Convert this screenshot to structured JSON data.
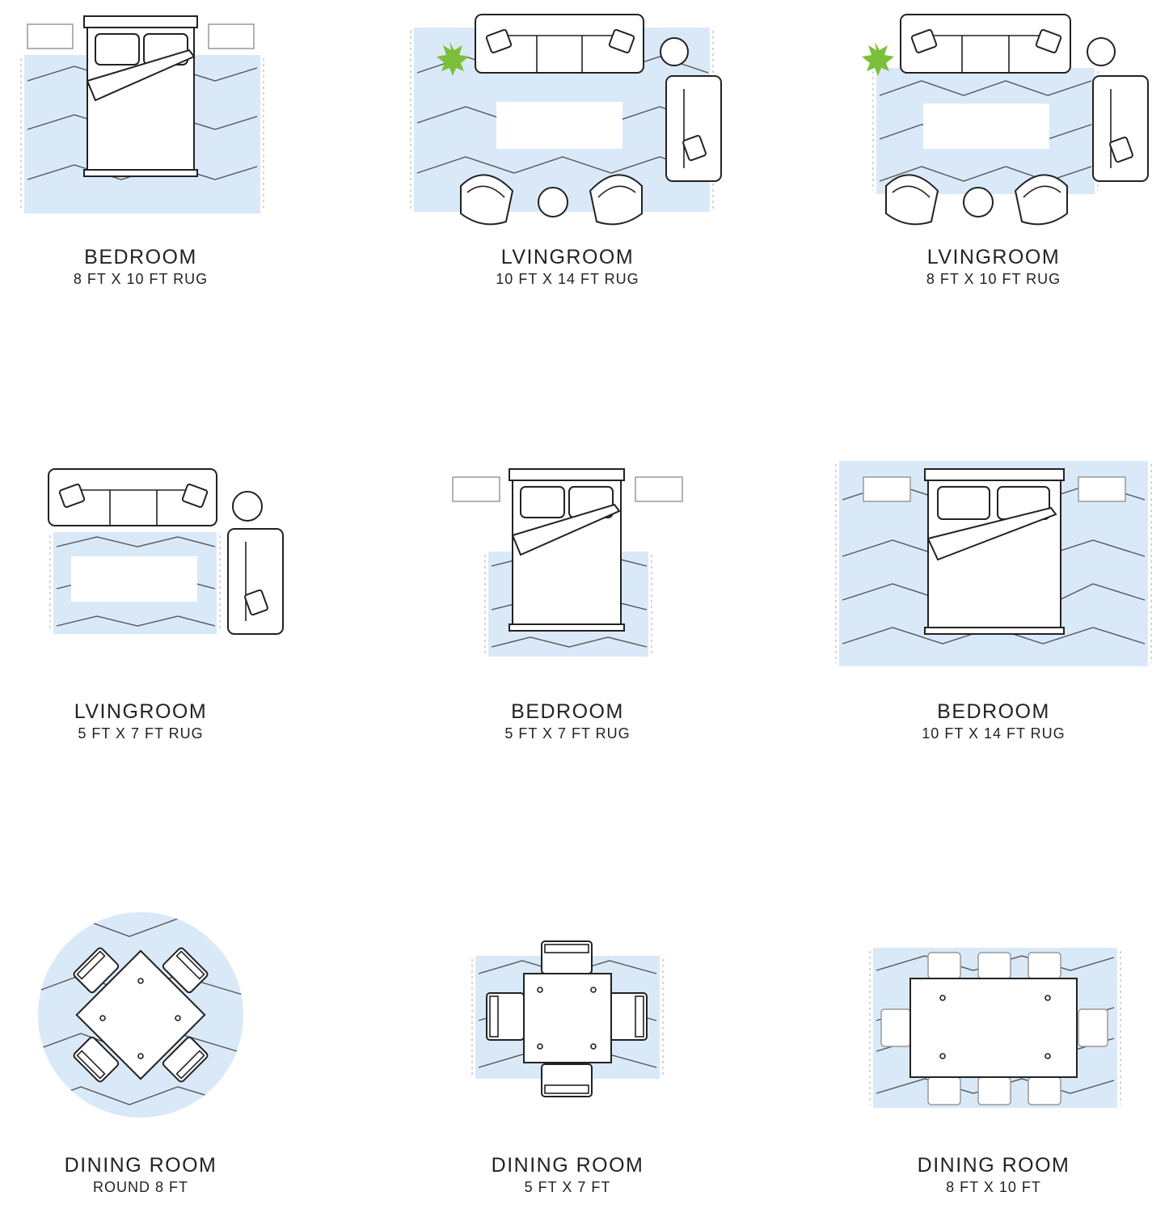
{
  "accent": "#d9e9f8",
  "diagrams": [
    {
      "title": "BEDROOM",
      "size": "8 FT X 10 FT RUG"
    },
    {
      "title": "LVINGROOM",
      "size": "10 FT X 14 FT RUG"
    },
    {
      "title": "LVINGROOM",
      "size": "8 FT X 10 FT RUG"
    },
    {
      "title": "LVINGROOM",
      "size": "5 FT X 7 FT RUG"
    },
    {
      "title": "BEDROOM",
      "size": "5 FT X 7 FT RUG"
    },
    {
      "title": "BEDROOM",
      "size": "10 FT X 14 FT RUG"
    },
    {
      "title": "DINING ROOM",
      "size": "ROUND 8 FT"
    },
    {
      "title": "DINING ROOM",
      "size": "5 FT X 7 FT"
    },
    {
      "title": "DINING ROOM",
      "size": "8 FT X 10 FT"
    }
  ]
}
